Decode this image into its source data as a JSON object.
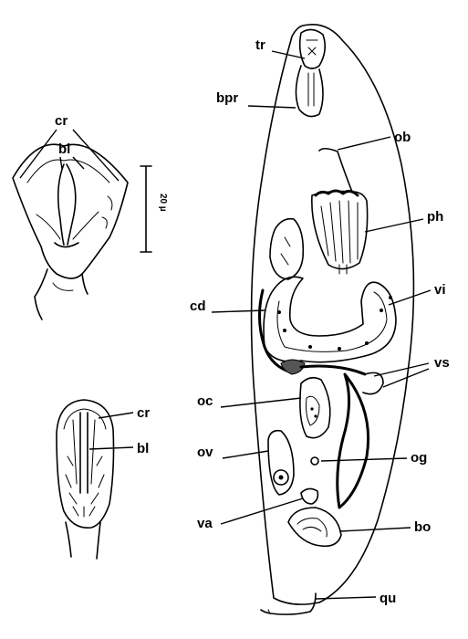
{
  "labels": {
    "tr": "tr",
    "bpr": "bpr",
    "ob": "ob",
    "ph": "ph",
    "vi": "vi",
    "cd": "cd",
    "vs": "vs",
    "oc": "oc",
    "ov": "ov",
    "og": "og",
    "va": "va",
    "bo": "bo",
    "qu": "qu",
    "head_top_cr": "cr",
    "head_top_bl": "bl",
    "head_bottom_cr": "cr",
    "head_bottom_bl": "bl"
  },
  "scale_bar": {
    "label": "20 µ"
  }
}
